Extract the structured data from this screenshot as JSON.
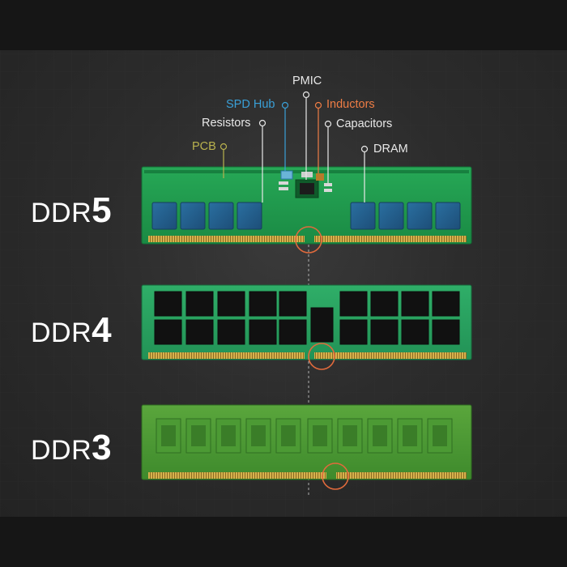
{
  "modules": [
    {
      "prefix": "DDR",
      "gen": "5"
    },
    {
      "prefix": "DDR",
      "gen": "4"
    },
    {
      "prefix": "DDR",
      "gen": "3"
    }
  ],
  "callouts": {
    "pmic": "PMIC",
    "spd_hub": "SPD Hub",
    "inductors": "Inductors",
    "resistors": "Resistors",
    "capacitors": "Capacitors",
    "pcb": "PCB",
    "dram": "DRAM"
  },
  "colors": {
    "pmic": "#e8e8e8",
    "spd_hub": "#3aa0d8",
    "inductors": "#ef7d45",
    "resistors": "#e8e8e8",
    "capacitors": "#e8e8e8",
    "pcb": "#b9b24e",
    "dram": "#e8e8e8",
    "notch_circle": "#e06a3c",
    "pcb_green": "#1f9a4c",
    "gold": "#c9a645"
  }
}
